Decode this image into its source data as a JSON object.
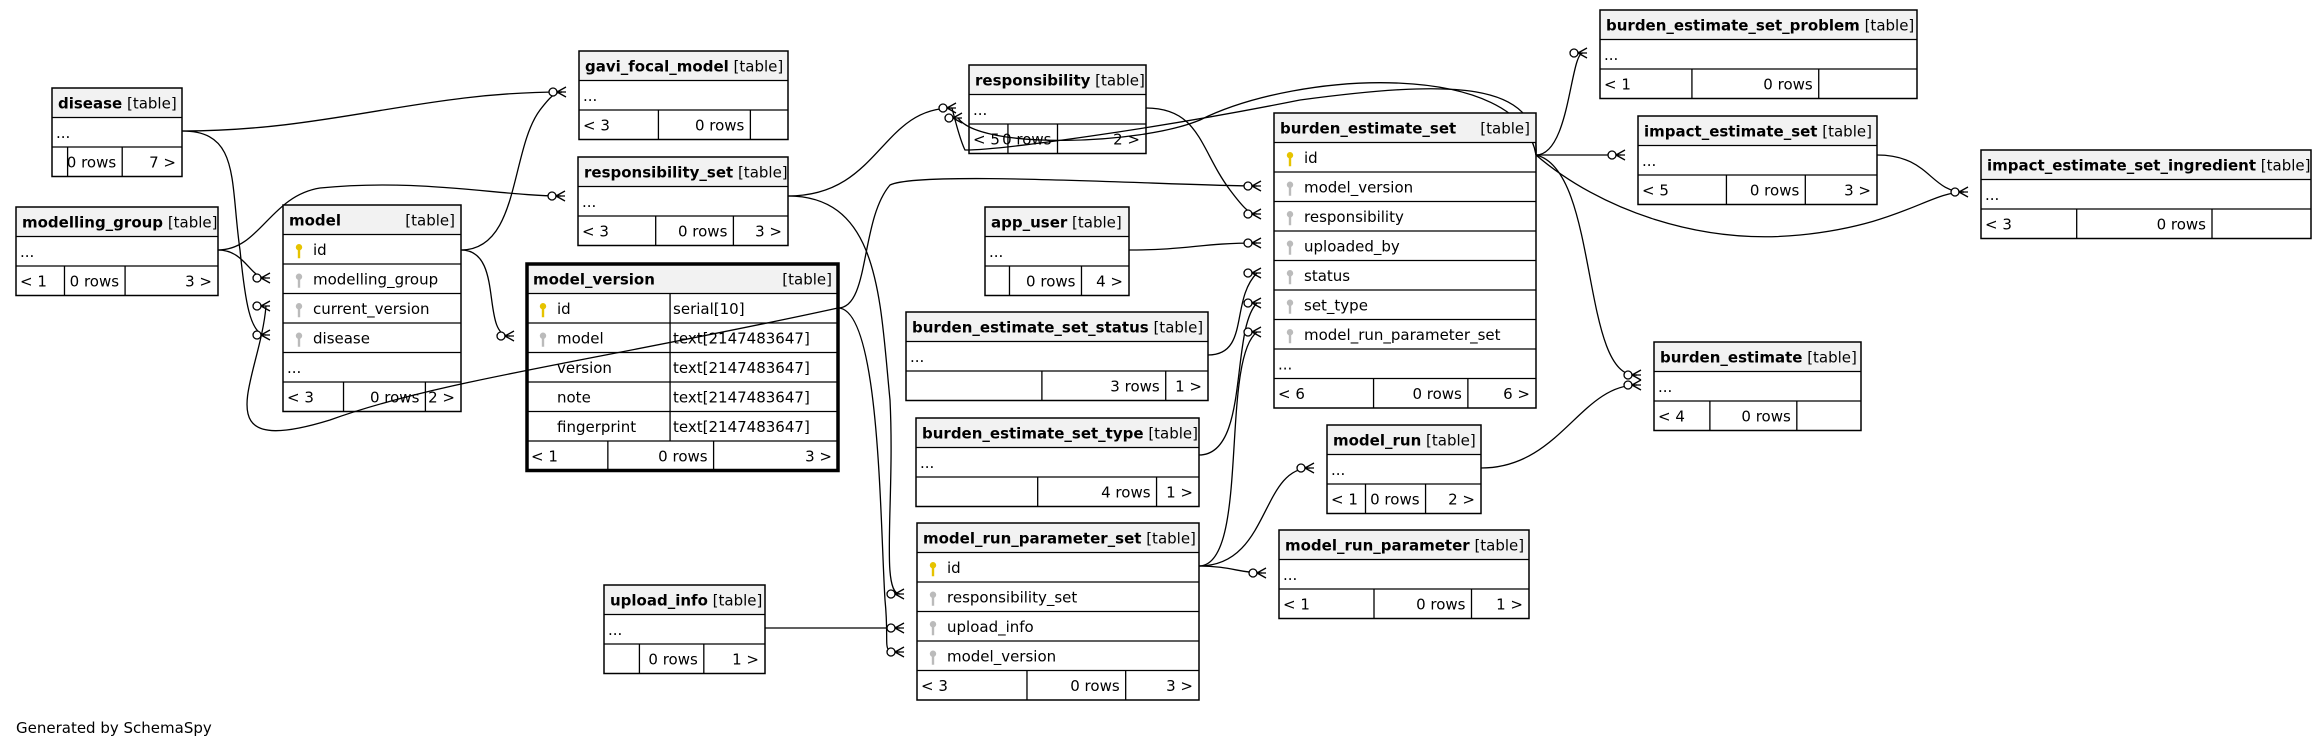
{
  "footer": "Generated by SchemaSpy",
  "tables": [
    {
      "id": "disease",
      "name": "disease",
      "type": "[table]",
      "columns": [],
      "ellipsis": "...",
      "footer": [
        "",
        "0 rows",
        "7 >"
      ]
    },
    {
      "id": "gavi_focal_model",
      "name": "gavi_focal_model",
      "type": "[table]",
      "columns": [],
      "ellipsis": "...",
      "footer": [
        "< 3",
        "0 rows",
        ""
      ]
    },
    {
      "id": "responsibility",
      "name": "responsibility",
      "type": "[table]",
      "columns": [],
      "ellipsis": "...",
      "footer": [
        "< 5",
        "0 rows",
        "2 >"
      ]
    },
    {
      "id": "burden_estimate_set_problem",
      "name": "burden_estimate_set_problem",
      "type": "[table]",
      "columns": [],
      "ellipsis": "...",
      "footer": [
        "< 1",
        "0 rows",
        ""
      ]
    },
    {
      "id": "impact_estimate_set",
      "name": "impact_estimate_set",
      "type": "[table]",
      "columns": [],
      "ellipsis": "...",
      "footer": [
        "< 5",
        "0 rows",
        "3 >"
      ]
    },
    {
      "id": "impact_estimate_set_ingredient",
      "name": "impact_estimate_set_ingredient",
      "type": "[table]",
      "columns": [],
      "ellipsis": "...",
      "footer": [
        "< 3",
        "0 rows",
        ""
      ]
    },
    {
      "id": "modelling_group",
      "name": "modelling_group",
      "type": "[table]",
      "columns": [],
      "ellipsis": "...",
      "footer": [
        "< 1",
        "0 rows",
        "3 >"
      ]
    },
    {
      "id": "model",
      "name": "model",
      "type": "[table]",
      "columns": [
        {
          "name": "id",
          "key": "pk"
        },
        {
          "name": "modelling_group",
          "key": "fk"
        },
        {
          "name": "current_version",
          "key": "fk"
        },
        {
          "name": "disease",
          "key": "fk"
        }
      ],
      "ellipsis": "...",
      "footer": [
        "< 3",
        "0 rows",
        "2 >"
      ]
    },
    {
      "id": "responsibility_set",
      "name": "responsibility_set",
      "type": "[table]",
      "columns": [],
      "ellipsis": "...",
      "footer": [
        "< 3",
        "0 rows",
        "3 >"
      ]
    },
    {
      "id": "model_version",
      "name": "model_version",
      "type": "[table]",
      "columns": [
        {
          "name": "id",
          "key": "pk",
          "dtype": "serial[10]"
        },
        {
          "name": "model",
          "key": "fk",
          "dtype": "text[2147483647]"
        },
        {
          "name": "version",
          "key": "",
          "dtype": "text[2147483647]"
        },
        {
          "name": "note",
          "key": "",
          "dtype": "text[2147483647]"
        },
        {
          "name": "fingerprint",
          "key": "",
          "dtype": "text[2147483647]"
        }
      ],
      "ellipsis": "",
      "footer": [
        "< 1",
        "0 rows",
        "3 >"
      ]
    },
    {
      "id": "app_user",
      "name": "app_user",
      "type": "[table]",
      "columns": [],
      "ellipsis": "...",
      "footer": [
        "",
        "0 rows",
        "4 >"
      ]
    },
    {
      "id": "burden_estimate_set",
      "name": "burden_estimate_set",
      "type": "[table]",
      "columns": [
        {
          "name": "id",
          "key": "pk"
        },
        {
          "name": "model_version",
          "key": "fk"
        },
        {
          "name": "responsibility",
          "key": "fk"
        },
        {
          "name": "uploaded_by",
          "key": "fk"
        },
        {
          "name": "status",
          "key": "fk"
        },
        {
          "name": "set_type",
          "key": "fk"
        },
        {
          "name": "model_run_parameter_set",
          "key": "fk"
        }
      ],
      "ellipsis": "...",
      "footer": [
        "< 6",
        "0 rows",
        "6 >"
      ]
    },
    {
      "id": "burden_estimate_set_status",
      "name": "burden_estimate_set_status",
      "type": "[table]",
      "columns": [],
      "ellipsis": "...",
      "footer": [
        "",
        "3 rows",
        "1 >"
      ]
    },
    {
      "id": "burden_estimate_set_type",
      "name": "burden_estimate_set_type",
      "type": "[table]",
      "columns": [],
      "ellipsis": "...",
      "footer": [
        "",
        "4 rows",
        "1 >"
      ]
    },
    {
      "id": "burden_estimate",
      "name": "burden_estimate",
      "type": "[table]",
      "columns": [],
      "ellipsis": "...",
      "footer": [
        "< 4",
        "0 rows",
        ""
      ]
    },
    {
      "id": "model_run",
      "name": "model_run",
      "type": "[table]",
      "columns": [],
      "ellipsis": "...",
      "footer": [
        "< 1",
        "0 rows",
        "2 >"
      ]
    },
    {
      "id": "model_run_parameter_set",
      "name": "model_run_parameter_set",
      "type": "[table]",
      "columns": [
        {
          "name": "id",
          "key": "pk"
        },
        {
          "name": "responsibility_set",
          "key": "fk"
        },
        {
          "name": "upload_info",
          "key": "fk"
        },
        {
          "name": "model_version",
          "key": "fk"
        }
      ],
      "ellipsis": "",
      "footer": [
        "< 3",
        "0 rows",
        "3 >"
      ]
    },
    {
      "id": "model_run_parameter",
      "name": "model_run_parameter",
      "type": "[table]",
      "columns": [],
      "ellipsis": "...",
      "footer": [
        "< 1",
        "0 rows",
        "1 >"
      ]
    },
    {
      "id": "upload_info",
      "name": "upload_info",
      "type": "[table]",
      "columns": [],
      "ellipsis": "...",
      "footer": [
        "",
        "0 rows",
        "1 >"
      ]
    }
  ]
}
